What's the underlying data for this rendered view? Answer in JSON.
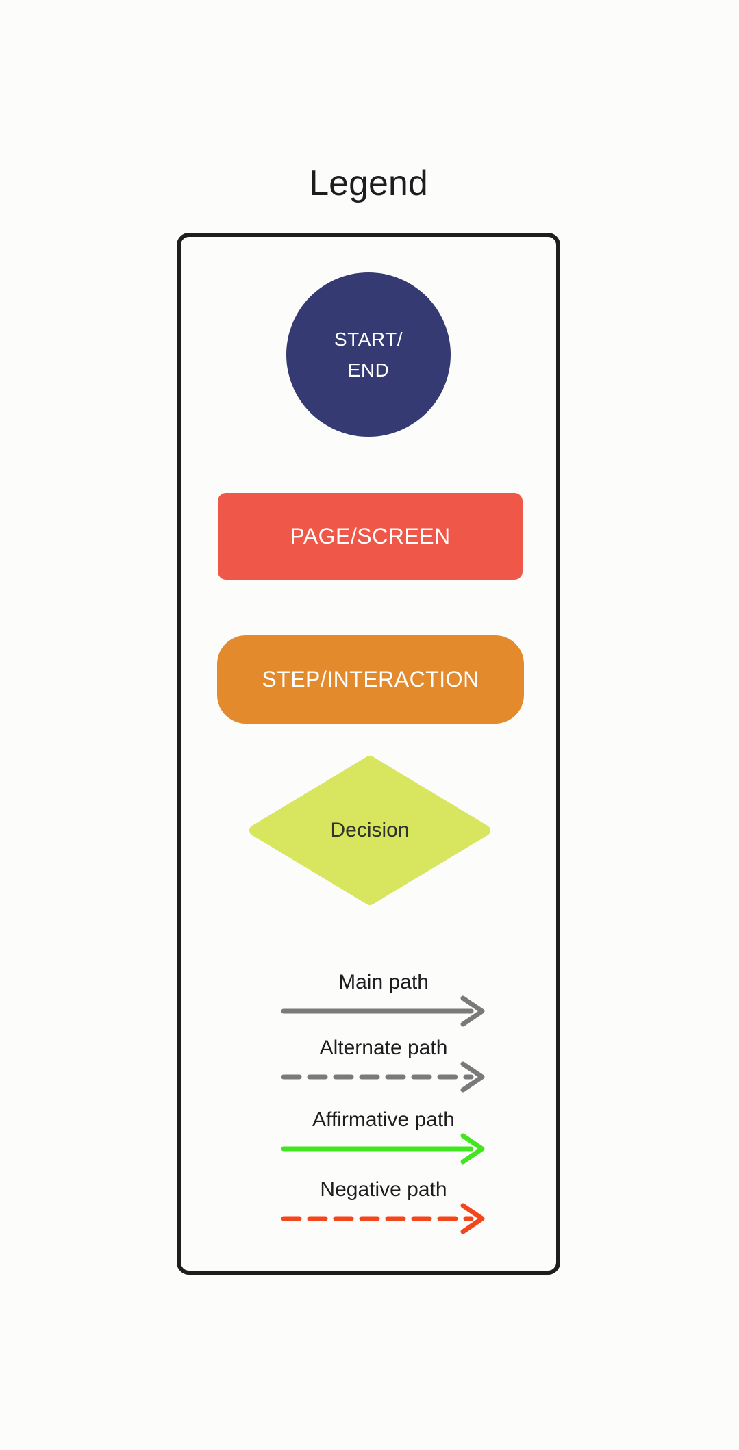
{
  "page": {
    "title": "Legend",
    "background": "#fcfcfb"
  },
  "legend_box": {
    "border_color": "#1e1e1e",
    "shapes": [
      {
        "name": "start-end",
        "type": "circle",
        "label_line1": "START/",
        "label_line2": "END",
        "fill": "#353b72",
        "text_color": "#ffffff"
      },
      {
        "name": "page-screen",
        "type": "rounded-rectangle",
        "label": "PAGE/SCREEN",
        "fill": "#ef5848",
        "text_color": "#ffffff"
      },
      {
        "name": "step-interaction",
        "type": "pill",
        "label": "STEP/INTERACTION",
        "fill": "#e38a2d",
        "text_color": "#ffffff"
      },
      {
        "name": "decision",
        "type": "diamond",
        "label": "Decision",
        "fill": "#d8e55e",
        "text_color": "#30342a"
      }
    ],
    "arrows": [
      {
        "name": "main-path",
        "label": "Main path",
        "style": "solid",
        "color": "#7a7a7a"
      },
      {
        "name": "alternate-path",
        "label": "Alternate path",
        "style": "dashed",
        "color": "#7a7a7a"
      },
      {
        "name": "affirmative-path",
        "label": "Affirmative path",
        "style": "solid",
        "color": "#42e620"
      },
      {
        "name": "negative-path",
        "label": "Negative path",
        "style": "dashed",
        "color": "#f4461d"
      }
    ]
  }
}
